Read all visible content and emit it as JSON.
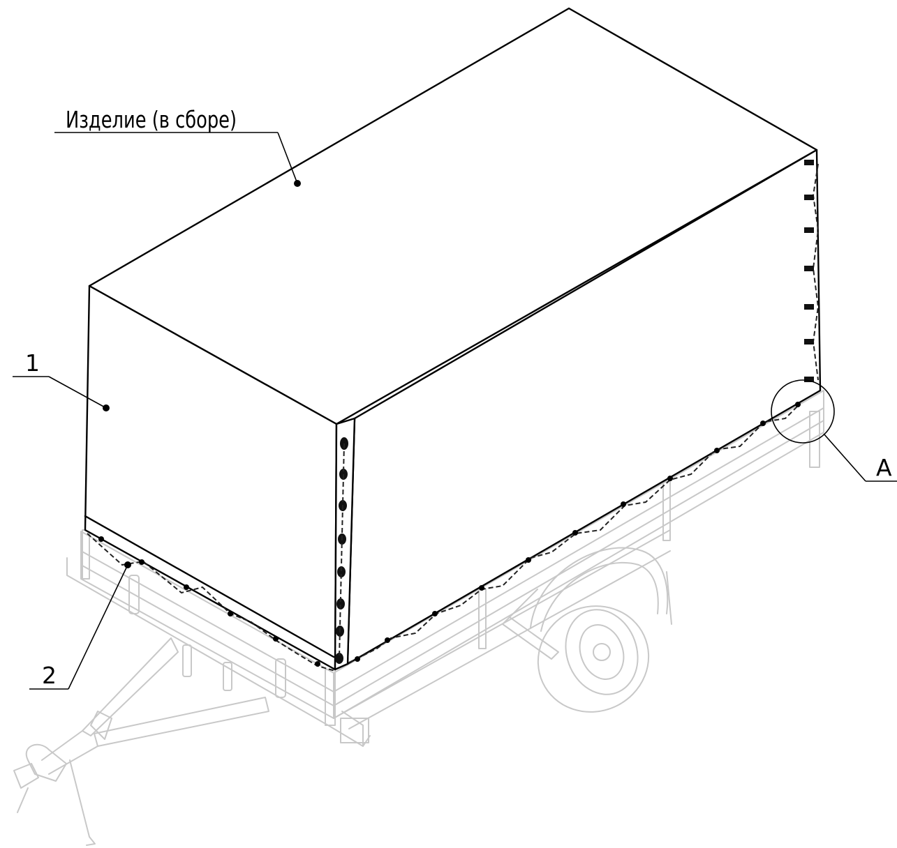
{
  "callouts": {
    "assembly": "Изделие (в сборе)",
    "part_1": "1",
    "part_2": "2",
    "detail_a": "А"
  }
}
